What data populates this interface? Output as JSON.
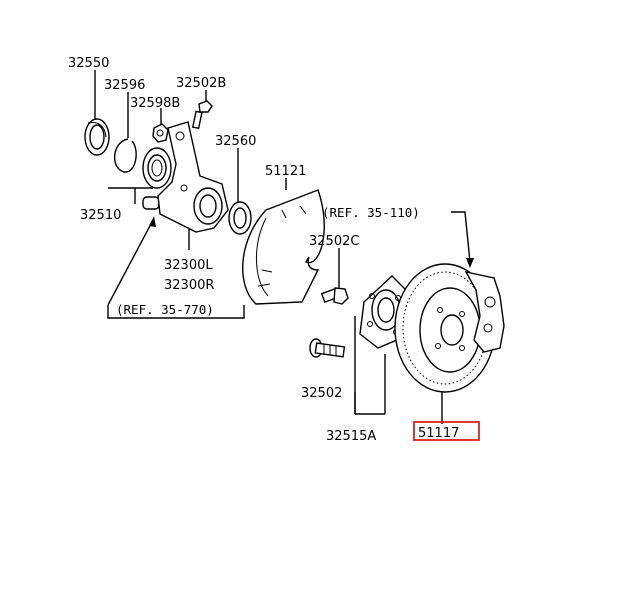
{
  "parts": {
    "p32550": "32550",
    "p32596": "32596",
    "p32502B": "32502B",
    "p32598B": "32598B",
    "p32560": "32560",
    "p51121": "51121",
    "p32510": "32510",
    "p32300L": "32300L",
    "p32300R": "32300R",
    "p32502C": "32502C",
    "p32502": "32502",
    "p32515A": "32515A",
    "p51117": "51117"
  },
  "refs": {
    "ref_110": "(REF. 35-110)",
    "ref_770": "(REF. 35-770)"
  },
  "colors": {
    "highlight": "#e02020",
    "line": "#000000"
  }
}
